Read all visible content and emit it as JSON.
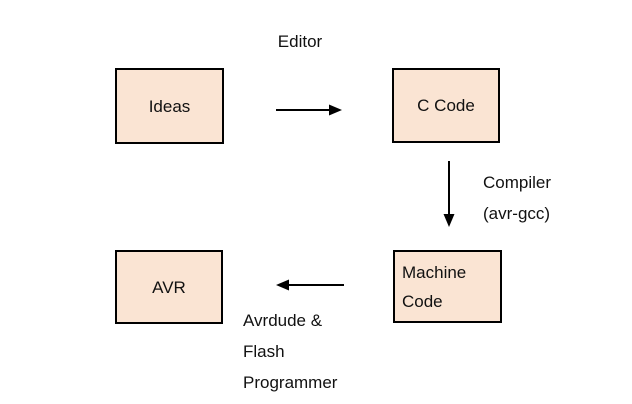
{
  "diagram": {
    "background_color": "#ffffff",
    "node_fill_color": "#fae4d3",
    "node_border_color": "#000000",
    "arrow_color": "#000000",
    "text_color": "#111111",
    "nodes": [
      {
        "id": "ideas",
        "label": "Ideas"
      },
      {
        "id": "c-code",
        "label": "C Code"
      },
      {
        "id": "machine-code",
        "label": "Machine Code"
      },
      {
        "id": "avr",
        "label": "AVR"
      }
    ],
    "edges": [
      {
        "from": "ideas",
        "to": "c-code",
        "direction": "right",
        "label_lines": [
          "Editor"
        ]
      },
      {
        "from": "c-code",
        "to": "machine-code",
        "direction": "down",
        "label_lines": [
          "Compiler",
          "(avr-gcc)"
        ]
      },
      {
        "from": "machine-code",
        "to": "avr",
        "direction": "left",
        "label_lines": [
          "Avrdude &",
          "Flash",
          "Programmer"
        ]
      }
    ]
  }
}
